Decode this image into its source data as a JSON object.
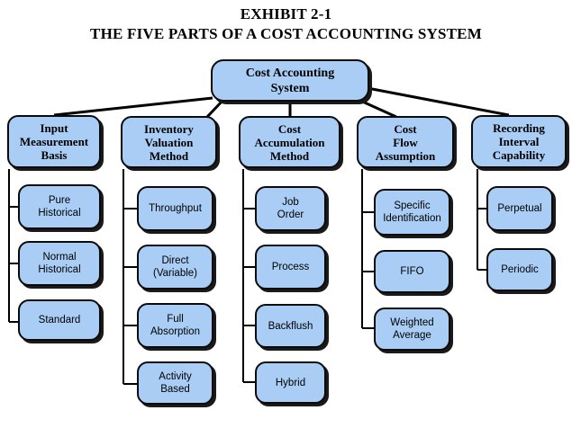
{
  "title": {
    "line1": "EXHIBIT 2-1",
    "line2": "THE FIVE PARTS OF A COST ACCOUNTING SYSTEM"
  },
  "root": {
    "label": "Cost Accounting\nSystem"
  },
  "columns": [
    {
      "label": "Input\nMeasurement\nBasis",
      "items": [
        "Pure\nHistorical",
        "Normal\nHistorical",
        "Standard"
      ]
    },
    {
      "label": "Inventory\nValuation\nMethod",
      "items": [
        "Throughput",
        "Direct\n(Variable)",
        "Full\nAbsorption",
        "Activity\nBased"
      ]
    },
    {
      "label": "Cost\nAccumulation\nMethod",
      "items": [
        "Job\nOrder",
        "Process",
        "Backflush",
        "Hybrid"
      ]
    },
    {
      "label": "Cost\nFlow\nAssumption",
      "items": [
        "Specific\nIdentification",
        "FIFO",
        "Weighted\nAverage"
      ]
    },
    {
      "label": "Recording\nInterval\nCapability",
      "items": [
        "Perpetual",
        "Periodic"
      ]
    }
  ],
  "colors": {
    "box_fill": "#a9cdf5",
    "border": "#0a0a0a",
    "line": "#000000"
  }
}
